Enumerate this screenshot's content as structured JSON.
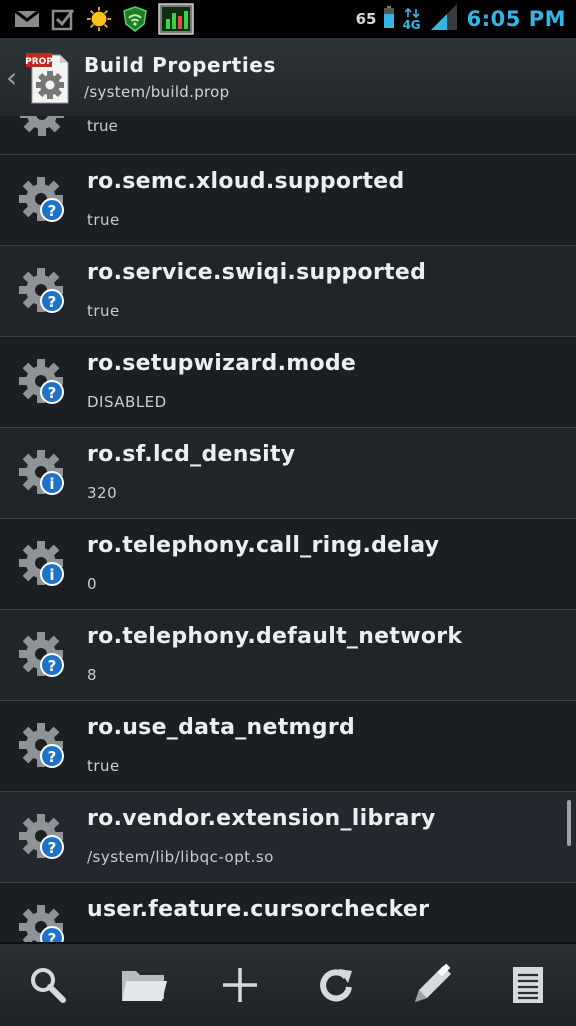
{
  "status_bar": {
    "notifications": [
      "gmail-icon",
      "checkbox-icon",
      "weather-sun-icon",
      "security-shield-icon",
      "monitor-chart-icon"
    ],
    "battery_level": "65",
    "network": "4G",
    "time": "6:05 PM"
  },
  "action_bar": {
    "title": "Build Properties",
    "subtitle": "/system/build.prop",
    "app_icon_badge": "PROP"
  },
  "list": {
    "partial_top_value": "true",
    "items": [
      {
        "key": "ro.semc.xloud.supported",
        "value": "true",
        "badge": "?"
      },
      {
        "key": "ro.service.swiqi.supported",
        "value": "true",
        "badge": "?"
      },
      {
        "key": "ro.setupwizard.mode",
        "value": "DISABLED",
        "badge": "?"
      },
      {
        "key": "ro.sf.lcd_density",
        "value": "320",
        "badge": "i"
      },
      {
        "key": "ro.telephony.call_ring.delay",
        "value": "0",
        "badge": "i"
      },
      {
        "key": "ro.telephony.default_network",
        "value": "8",
        "badge": "?"
      },
      {
        "key": "ro.use_data_netmgrd",
        "value": "true",
        "badge": "?"
      },
      {
        "key": "ro.vendor.extension_library",
        "value": "/system/lib/libqc-opt.so",
        "badge": "?"
      },
      {
        "key": "user.feature.cursorchecker",
        "value": "",
        "badge": "?"
      }
    ]
  },
  "bottom_bar": {
    "buttons": [
      "search-icon",
      "folder-icon",
      "add-icon",
      "refresh-icon",
      "edit-pencil-icon",
      "list-document-icon"
    ]
  },
  "colors": {
    "accent": "#33b5e5",
    "badge_blue": "#1e73c8",
    "background": "#1a1e22"
  }
}
